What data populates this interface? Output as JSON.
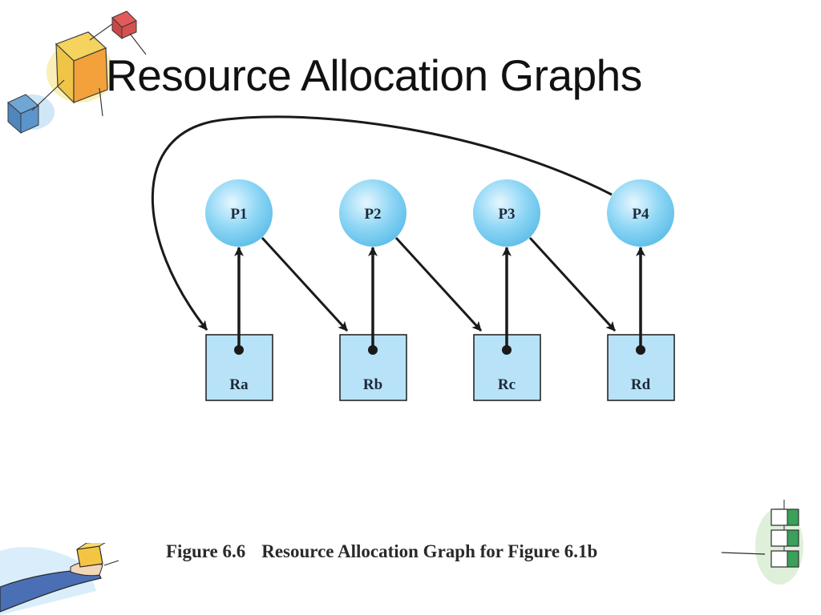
{
  "slide": {
    "title": "Resource Allocation Graphs",
    "caption_number": "Figure 6.6",
    "caption_text": "Resource Allocation Graph for Figure 6.1b"
  },
  "graph": {
    "processes": [
      "P1",
      "P2",
      "P3",
      "P4"
    ],
    "resources": [
      "Ra",
      "Rb",
      "Rc",
      "Rd"
    ],
    "edges": [
      {
        "from": "Ra",
        "to": "P1",
        "type": "held-by"
      },
      {
        "from": "Rb",
        "to": "P2",
        "type": "held-by"
      },
      {
        "from": "Rc",
        "to": "P3",
        "type": "held-by"
      },
      {
        "from": "Rd",
        "to": "P4",
        "type": "held-by"
      },
      {
        "from": "P1",
        "to": "Rb",
        "type": "requests"
      },
      {
        "from": "P2",
        "to": "Rc",
        "type": "requests"
      },
      {
        "from": "P3",
        "to": "Rd",
        "type": "requests"
      },
      {
        "from": "P4",
        "to": "Ra",
        "type": "requests"
      }
    ]
  },
  "colors": {
    "process_fill": "#7fd0f2",
    "resource_fill": "#b8e2f7",
    "stroke": "#1a1a1a"
  },
  "decorations": [
    "boxes-clipart-icon",
    "hand-holding-box-icon",
    "stacked-boxes-icon"
  ]
}
